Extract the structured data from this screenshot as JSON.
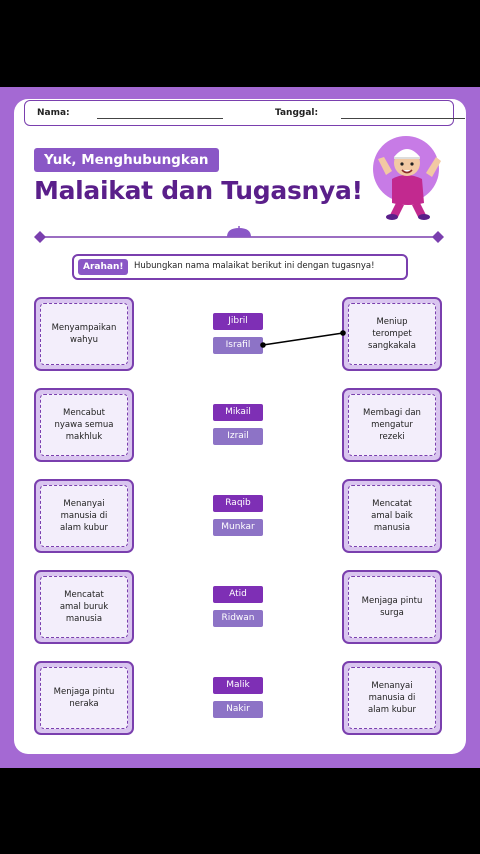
{
  "header": {
    "nama_label": "Nama:",
    "tanggal_label": "Tanggal:"
  },
  "title": {
    "subtitle": "Yuk, Menghubungkan",
    "main": "Malaikat dan Tugasnya!"
  },
  "instruction": {
    "tag": "Arahan!",
    "text": "Hubungkan nama malaikat berikut ini dengan tugasnya!"
  },
  "rows": [
    {
      "left": "Menyampaikan\nwahyu",
      "names": [
        "Jibril",
        "Israfil"
      ],
      "right": "Meniup\nterompet\nsangkakala"
    },
    {
      "left": "Mencabut\nnyawa semua\nmakhluk",
      "names": [
        "Mikail",
        "Izrail"
      ],
      "right": "Membagi dan\nmengatur\nrezeki"
    },
    {
      "left": "Menanyai\nmanusia di\nalam kubur",
      "names": [
        "Raqib",
        "Munkar"
      ],
      "right": "Mencatat\namal baik\nmanusia"
    },
    {
      "left": "Mencatat\namal buruk\nmanusia",
      "names": [
        "Atid",
        "Ridwan"
      ],
      "right": "Menjaga pintu\nsurga"
    },
    {
      "left": "Menjaga pintu\nneraka",
      "names": [
        "Malik",
        "Nakir"
      ],
      "right": "Menanyai\nmanusia di\nalam kubur"
    }
  ],
  "colors": {
    "frame": "#a469d3",
    "title": "#5a1f8a",
    "name_dark": "#7e2fb5",
    "name_light": "#8d73c6"
  }
}
